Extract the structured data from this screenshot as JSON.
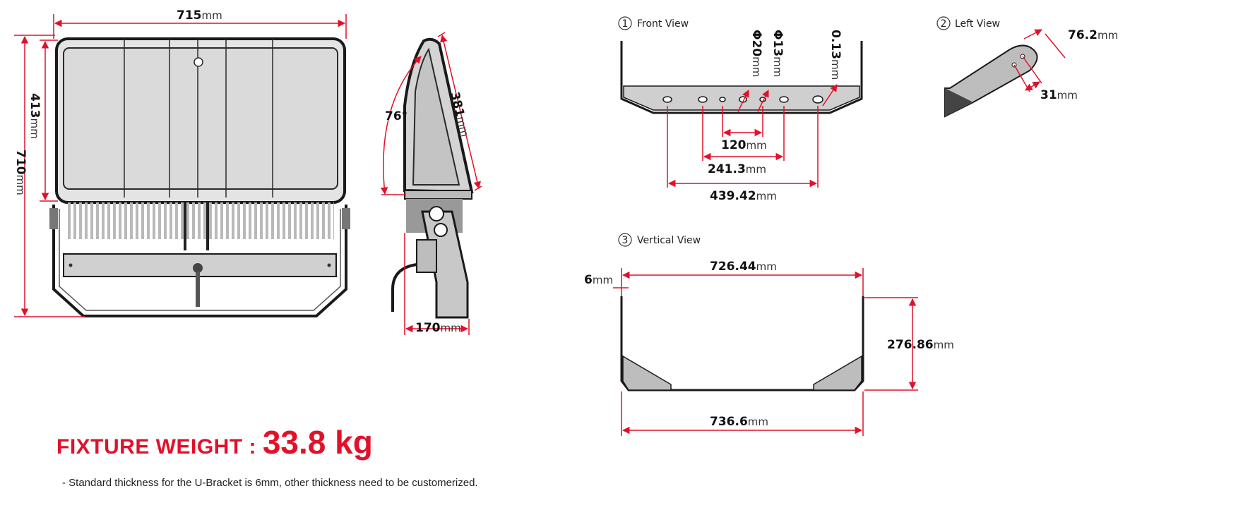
{
  "left_drawing": {
    "width_label": "715",
    "height_total_label": "710",
    "height_panel_label": "413",
    "side_angle_label": "76°",
    "side_length_label": "381",
    "side_depth_label": "170",
    "unit": "mm"
  },
  "front_view": {
    "number": "1",
    "title": "Front View",
    "dims": {
      "hole_20": "Φ20",
      "hole_13": "Φ13",
      "thickness": "0.13",
      "span_120": "120",
      "span_241": "241.3",
      "span_439": "439.42"
    }
  },
  "left_view": {
    "number": "2",
    "title": "Left View",
    "dims": {
      "width": "76.2",
      "offset": "31"
    }
  },
  "vertical_view": {
    "number": "3",
    "title": "Vertical View",
    "dims": {
      "inner_width": "726.44",
      "thickness": "6",
      "height": "276.86",
      "outer_width": "736.6"
    }
  },
  "unit": "mm",
  "weight": {
    "label": "FIXTURE WEIGHT : ",
    "value": "33.8 kg"
  },
  "note": "- Standard thickness for the U-Bracket is 6mm, other thickness need to be customerized.",
  "colors": {
    "dimension_red": "#e3102a",
    "outline": "#1a1a1a",
    "body_gray": "#cfcfcf"
  }
}
